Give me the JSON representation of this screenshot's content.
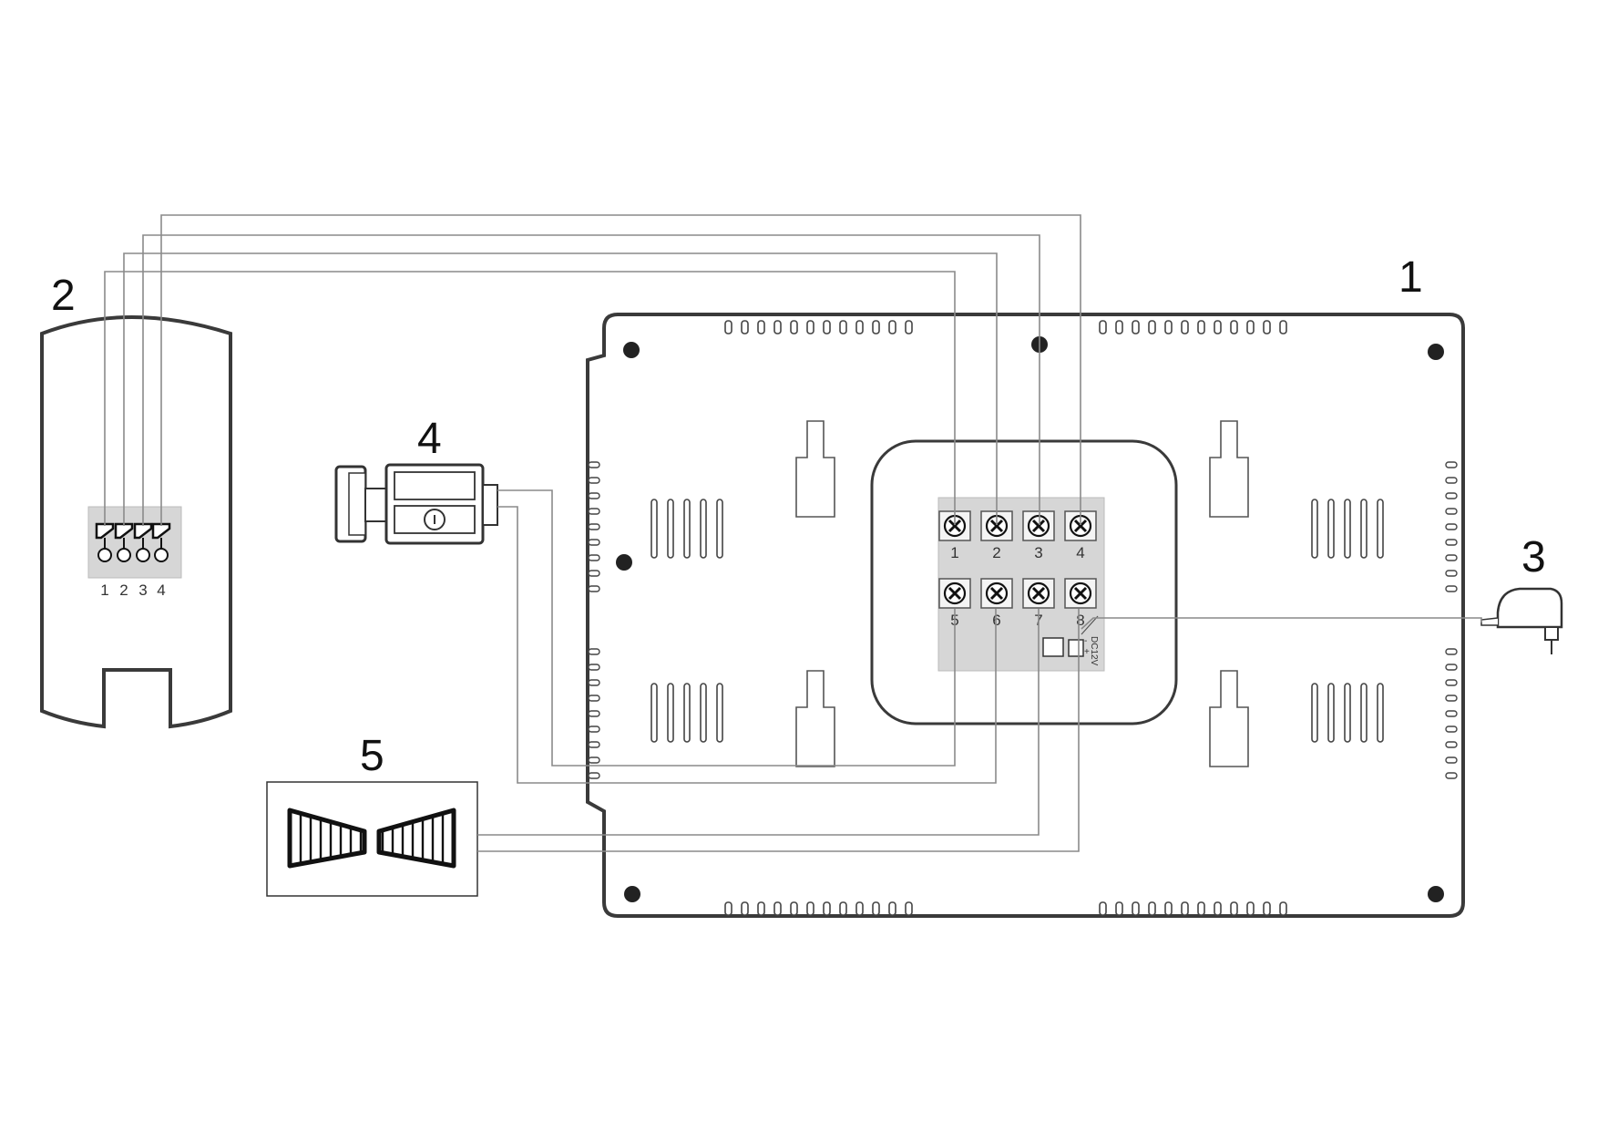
{
  "callouts": {
    "monitor": "1",
    "outdoor_panel": "2",
    "power_adapter": "3",
    "lock": "4",
    "gate": "5"
  },
  "outdoor_terminals": [
    "1",
    "2",
    "3",
    "4"
  ],
  "monitor_terminals": {
    "top_row": [
      "1",
      "2",
      "3",
      "4"
    ],
    "bottom_row": [
      "5",
      "6",
      "7",
      "8"
    ]
  },
  "power_jack": {
    "label": "DC12V",
    "minus": "-",
    "plus": "+"
  },
  "colors": {
    "line": "#3a3a3a",
    "wire": "#8a8a8a",
    "terminal_block": "#d6d6d6"
  }
}
